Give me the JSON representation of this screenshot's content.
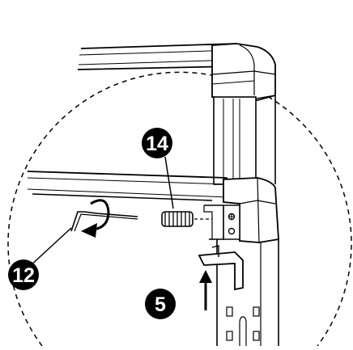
{
  "callouts": {
    "part_14": "14",
    "part_12": "12",
    "part_5": "5"
  },
  "colors": {
    "ink": "#000000",
    "paper": "#ffffff",
    "shade": "#e8e8e8",
    "dark_shade": "#cfcfcf"
  }
}
